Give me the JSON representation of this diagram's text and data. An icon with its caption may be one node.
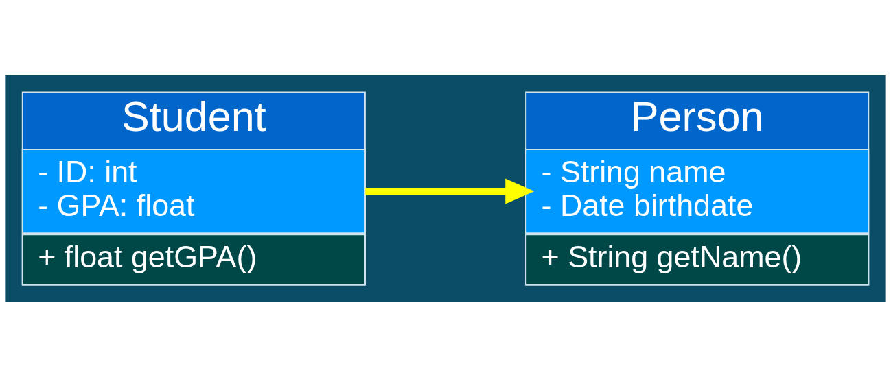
{
  "diagram": {
    "nodes": [
      {
        "text": [
          "Student"
        ]
      },
      {
        "text": [
          "- ID: int",
          "- GPA: float"
        ],
        "in": 0
      },
      {
        "text": [
          "+ float getGPA()"
        ],
        "in": 0
      },
      {
        "text": [
          "Person"
        ]
      },
      {
        "text": [
          "- String name",
          "- Date birthdate"
        ],
        "in": 3
      },
      {
        "text": [
          "+ String getName()"
        ],
        "in": 3
      }
    ],
    "edges": [
      {
        "from": 1,
        "to": 4,
        "arrow": "to",
        "color": "#ffff00"
      }
    ]
  }
}
